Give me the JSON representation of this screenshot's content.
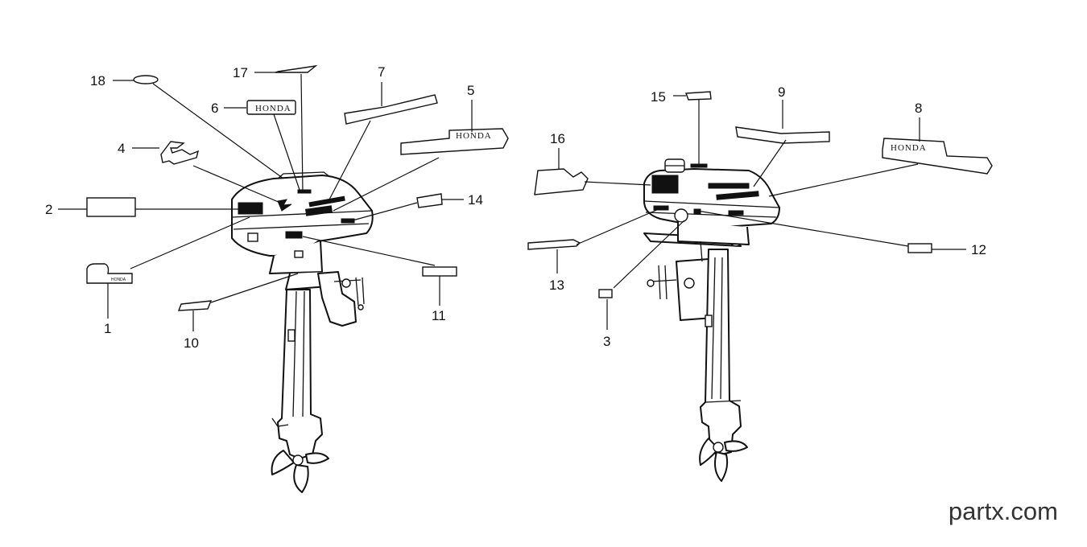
{
  "callouts": {
    "n1": "1",
    "n2": "2",
    "n3": "3",
    "n4": "4",
    "n5": "5",
    "n6": "6",
    "n7": "7",
    "n8": "8",
    "n9": "9",
    "n10": "10",
    "n11": "11",
    "n12": "12",
    "n13": "13",
    "n14": "14",
    "n15": "15",
    "n16": "16",
    "n17": "17",
    "n18": "18"
  },
  "decal_text": {
    "honda_6": "HONDA",
    "honda_5": "HONDA",
    "honda_8": "HONDA",
    "honda_1": "HONDA"
  },
  "watermark": "partx.com"
}
